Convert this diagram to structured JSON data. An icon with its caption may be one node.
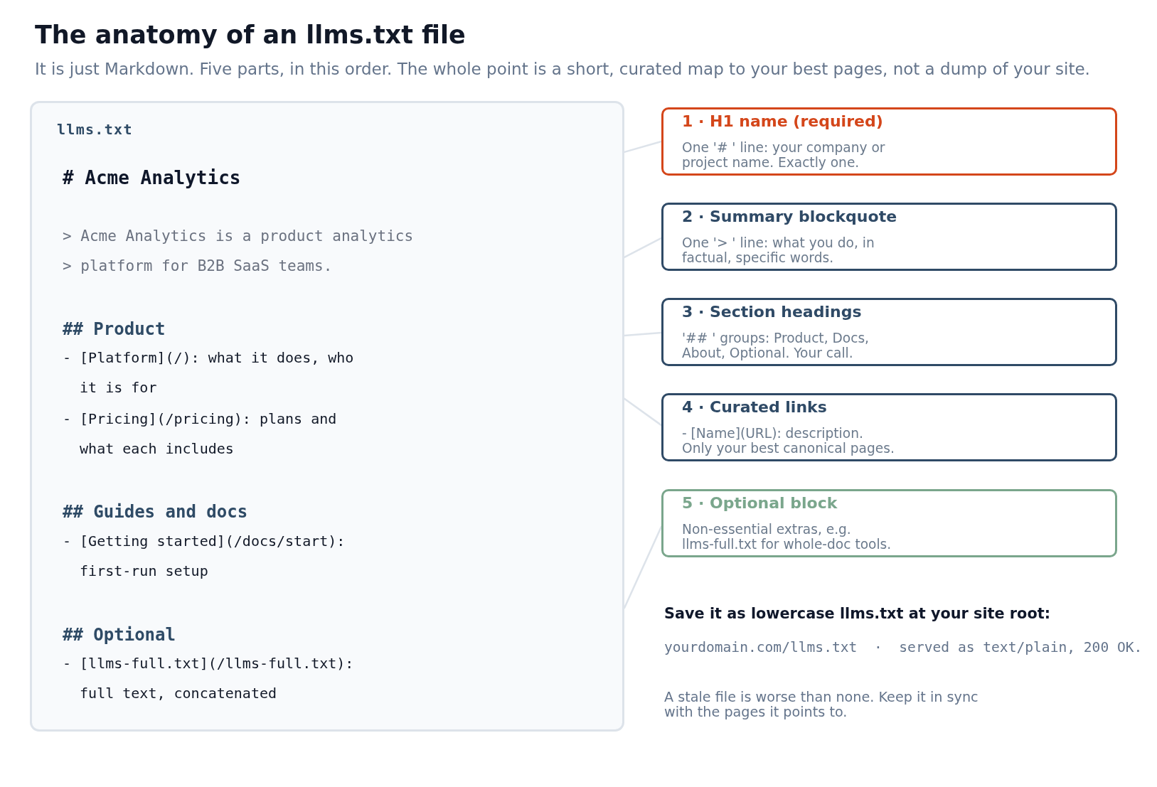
{
  "diagram": {
    "title": "The anatomy of an llms.txt file",
    "nodes": [
      {
        "text": [
          "llms.txt",
          "# Acme Analytics",
          "> Acme Analytics is a product analytics",
          "> platform for B2B SaaS teams.",
          "## Product",
          "- [Platform](/): what it does, who it is for",
          "- [Pricing](/pricing): plans and what each includes",
          "## Guides and docs",
          "- [Getting started](/docs/start): first-run setup",
          "## Optional",
          "- [llms-full.txt](/llms-full.txt): full text, concatenated"
        ]
      },
      {
        "text": [
          "1 · H1 name (required)",
          "One '# ' line: your company or project name. Exactly one."
        ]
      },
      {
        "text": [
          "2 · Summary blockquote",
          "One '> ' line: what you do, in factual, specific words."
        ]
      },
      {
        "text": [
          "3 · Section headings",
          "'## ' groups: Product, Docs, About, Optional. Your call."
        ]
      },
      {
        "text": [
          "4 · Curated links",
          "- [Name](URL): description. Only your best canonical pages."
        ]
      },
      {
        "text": [
          "5 · Optional block",
          "Non-essential extras, e.g. llms-full.txt for whole-doc tools."
        ]
      }
    ],
    "edges": [
      {
        "from": 1,
        "to": 0,
        "arrow": "none"
      },
      {
        "from": 2,
        "to": 0,
        "arrow": "none"
      },
      {
        "from": 3,
        "to": 0,
        "arrow": "none"
      },
      {
        "from": 4,
        "to": 0,
        "arrow": "none"
      },
      {
        "from": 5,
        "to": 0,
        "arrow": "none"
      }
    ],
    "labels": [
      "It is just Markdown. Five parts, in this order. The whole point is a short, curated map to your best pages, not a dump of your site.",
      "Save it as lowercase llms.txt at your site root:",
      "yourdomain.com/llms.txt  ·  served as text/plain, 200 OK.",
      "A stale file is worse than none. Keep it in sync with the pages it points to."
    ]
  }
}
